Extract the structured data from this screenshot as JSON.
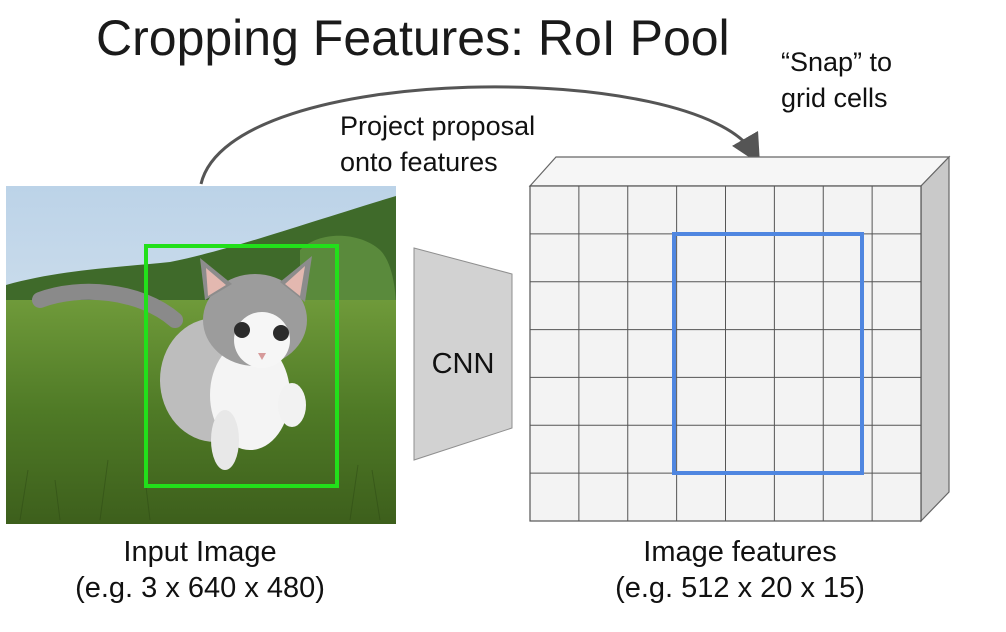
{
  "title": "Cropping Features: RoI Pool",
  "snap_note": [
    "“Snap” to",
    "grid cells"
  ],
  "project_note": [
    "Project proposal",
    "onto features"
  ],
  "cnn_label": "CNN",
  "input_caption": [
    "Input Image",
    "(e.g. 3 x 640 x 480)"
  ],
  "feature_caption": [
    "Image features",
    "(e.g. 512 x 20 x 15)"
  ],
  "colors": {
    "proposal_box": "#22e01a",
    "snapped_roi": "#4f86e0",
    "grid_line": "#555555",
    "grid_face": "#f3f3f3",
    "cnn_fill": "#d2d2d2",
    "arrow": "#555555"
  },
  "image": {
    "subject": "kitten walking on grass",
    "icon": "kitten-photo"
  },
  "feature_grid": {
    "columns": 8,
    "rows": 7
  }
}
